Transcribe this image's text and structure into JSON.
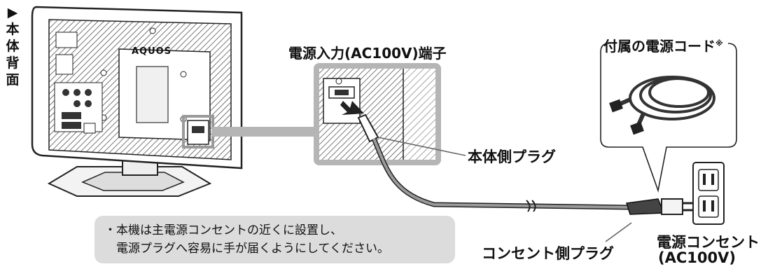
{
  "side_label": {
    "arrow": "▶",
    "chars": [
      "本",
      "体",
      "背",
      "面"
    ]
  },
  "tv_brand": "AQUOS",
  "labels": {
    "terminal": "電源入力(AC100V)端子",
    "cord": "付属の電源コード",
    "cord_mark": "※",
    "body_plug": "本体側プラグ",
    "outlet_plug": "コンセント側プラグ",
    "outlet_line1": "電源コンセント",
    "outlet_line2": "(AC100V)"
  },
  "note": {
    "line1": "・本機は主電源コンセントの近くに設置し、",
    "line2": "　電源プラグへ容易に手が届くようにしてください。"
  }
}
